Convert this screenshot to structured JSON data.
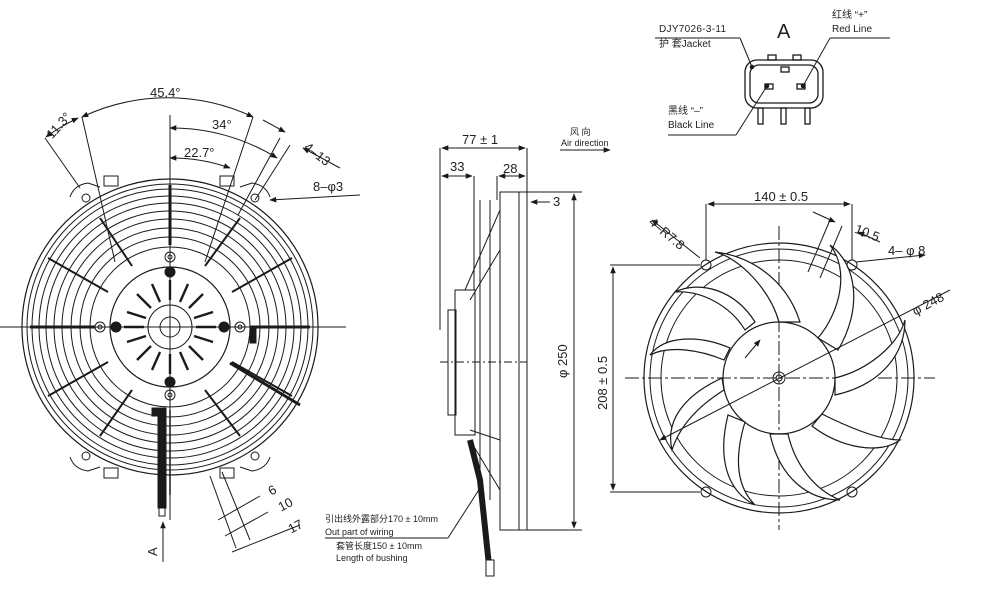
{
  "drawing": {
    "title": "Electric cooling fan dimensional drawing",
    "views": [
      "rear-view",
      "side-view",
      "front-view",
      "connector-detail-A"
    ]
  },
  "connector": {
    "view_label": "A",
    "part_number": "DJY7026-3-11",
    "jacket_label": "护 套Jacket",
    "red_line_cn": "红线 “+”",
    "red_line_en": "Red Line",
    "black_line_cn": "黑线 “–”",
    "black_line_en": "Black Line"
  },
  "rear_view": {
    "angle_outer": "45.4°",
    "angle_left": "11.3°",
    "angle_mid": "34°",
    "angle_inner": "22.7°",
    "slot_width": "4–13",
    "holes": "8–φ3",
    "wire_dims": [
      "6",
      "10",
      "17"
    ],
    "view_arrow": "A"
  },
  "side_view": {
    "depth_total": "77 ± 1",
    "depth_left": "33",
    "depth_right": "28",
    "flange": "3",
    "diameter": "φ 250",
    "air_direction_cn": "风 向",
    "air_direction_en": "Air direction",
    "wiring_cn": "引出线外露部分170 ± 10mm",
    "wiring_en": "Out part of wiring",
    "bushing_cn": "套管长度150 ± 10mm",
    "bushing_en": "Length of bushing"
  },
  "front_view": {
    "hole_spacing_h": "140 ± 0.5",
    "corner_radius": "4–R7.8",
    "tab_width": "10.5",
    "mount_holes": "4– φ 8",
    "blade_diameter": "φ 248",
    "hole_spacing_v": "208 ± 0.5"
  },
  "colors": {
    "line": "#1a1a1a",
    "background": "#ffffff"
  }
}
